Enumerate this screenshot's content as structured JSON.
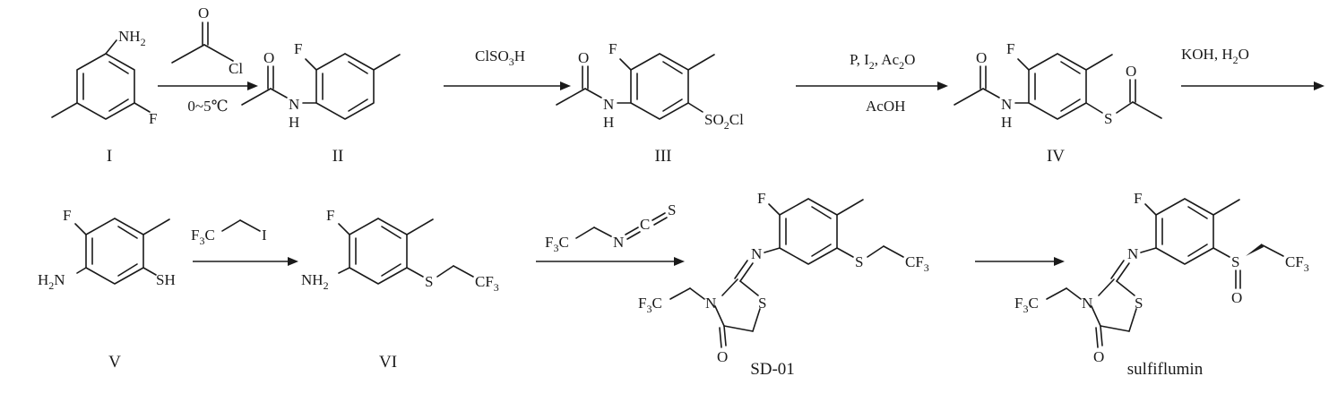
{
  "compounds": {
    "I": "I",
    "II": "II",
    "III": "III",
    "IV": "IV",
    "V": "V",
    "VI": "VI",
    "SD01": "SD-01",
    "final": "sulfiflumin"
  },
  "atoms": {
    "N": "N",
    "H": "H",
    "F": "F",
    "O": "O",
    "S": "S",
    "C": "C",
    "I": "I",
    "Cl": "Cl",
    "SO": "SO",
    "SH": "SH",
    "NH": "NH",
    "H2N_H": "H",
    "H2N_N": "N",
    "F3C_F": "F",
    "F3C_C": "C",
    "CF": "CF",
    "sub2": "2",
    "sub3": "3"
  },
  "reagents": {
    "r1_below": "0~5℃",
    "r2_above": "ClSO",
    "r2_sub": "3",
    "r2_tail": "H",
    "r3_above": "P, I",
    "r3_sub1": "2",
    "r3_mid": ", Ac",
    "r3_sub2": "2",
    "r3_tail": "O",
    "r3_below": "AcOH",
    "r4_above": "KOH, H",
    "r4_sub": "2",
    "r4_tail": "O"
  }
}
